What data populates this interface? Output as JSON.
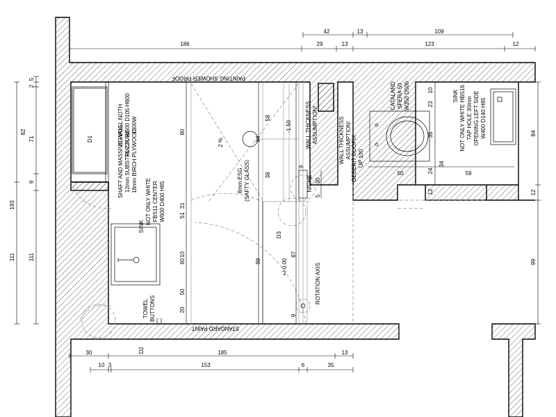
{
  "top_dims_row1": [
    "42",
    "13",
    "109"
  ],
  "top_dims_row2": [
    "186",
    "29",
    "13",
    "123",
    "12"
  ],
  "bottom_dims_row1": [
    "30",
    "185",
    "13"
  ],
  "bottom_dims_row2": [
    "10",
    "3",
    "153",
    "6",
    "35"
  ],
  "left_dims_outer": [
    "193",
    "111"
  ],
  "left_dims_inner": [
    "2",
    "5",
    "82",
    "9",
    "111"
  ],
  "left_dims_inner2": [
    "71"
  ],
  "right_dims": [
    "84",
    "12",
    "99"
  ],
  "interior_dims": {
    "v80": "80",
    "v58": "58",
    "v38": "38",
    "v31": "31",
    "v51": "51",
    "v10": "10",
    "v60": "60",
    "v50": "50",
    "v20": "20",
    "v99": "99",
    "v87": "87",
    "v9a": "9",
    "v5": "5",
    "v30": "30",
    "v9b": "9",
    "v10b": "10",
    "v23": "23",
    "v35": "35",
    "v34": "34",
    "v24": "24",
    "v12": "12",
    "h50": "50",
    "h59": "59"
  },
  "labels": {
    "painting_shower_proof": "PAINTING SHOWER PROOF",
    "standard_paint": "STANDARD PAINT",
    "eg_vogl_1": "EG VOGL NOTH",
    "eg_vogl_2": "T6 22K W600 D105 H600",
    "eg_vogl_3": "1300W",
    "d1": "D1",
    "shaft_1": "SHAFT AND MASSIVE WALL",
    "shaft_2": "12mm SUBSTRUCTURE",
    "shaft_3": "18mm BIRCH PLYWOOD",
    "sink_left_1": "SINK",
    "sink_left_2": "NOT ONLY WHITE",
    "sink_left_3": "FBS11 CENTER",
    "sink_left_4": "W600 D400 H85",
    "esg_1": "8mm ESG",
    "esg_2": "(SAFTY GLASS)",
    "slope": "2 %",
    "drain": "94",
    "minus150": "-1.50",
    "wall_assump_1a": "WALL THICKNESS",
    "wall_assump_1b": "ASSUMPTION!",
    "wall_assump_2a": "WALL THICKNESS",
    "wall_assump_2b": "ASSUMPTION!",
    "niche": "NICHE",
    "d3": "D3",
    "plus000": "+/-0.00",
    "rotation_axis": "ROTATION AXIS",
    "towel": "TOWEL",
    "buttons": "BUTTONS",
    "d2": "D2",
    "geberit_1": "GEBERIT DUOFIX",
    "geberit_2": "UP 100",
    "cataland_1": "CATALAND",
    "cataland_2": "SFERA 50",
    "cataland_3": "W350 D500",
    "sink_right_1": "SINK",
    "sink_right_2": "NOT ONLY WHITE HBS16",
    "sink_right_3": "TAP HOLE 30mm",
    "sink_right_4": "OPENING LEFT SIDE",
    "sink_right_5": "W400 D140 H85"
  }
}
